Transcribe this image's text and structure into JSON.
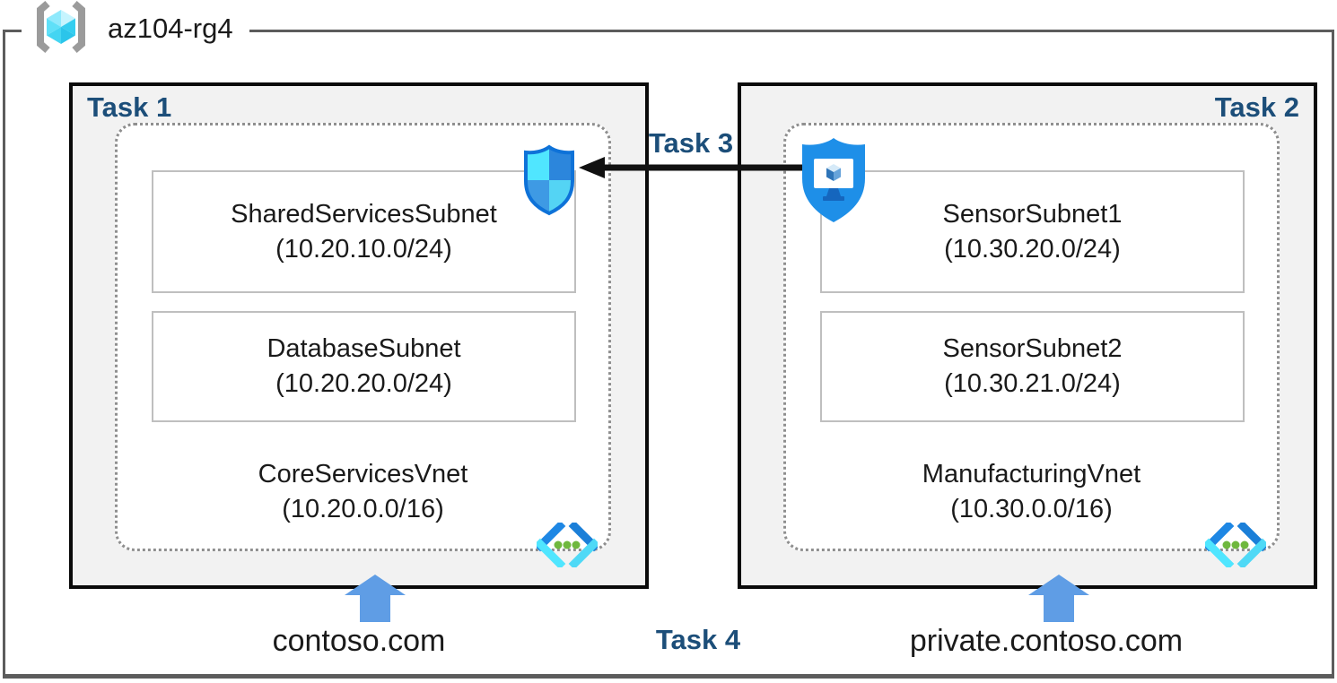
{
  "title": {
    "resource_group": "az104-rg4"
  },
  "colors": {
    "task_label": "#1C4E79",
    "group_bg": "#F2F2F2",
    "group_border": "#0A0A0A",
    "frame_border": "#5C5C5C",
    "dashed_border": "#8F8F8F",
    "subnet_border": "#BFBFBF",
    "arrow_blue": "#5F9DE5",
    "text": "#1A1A1A"
  },
  "icons": {
    "resource_group": "resource-group-icon",
    "nsg": "network-security-group-icon",
    "bastion": "bastion-icon",
    "vnet": "virtual-network-icon",
    "dns_arrow": "up-arrow-icon"
  },
  "groups": [
    {
      "task_label": "Task 1",
      "vnet_name": "CoreServicesVnet",
      "vnet_cidr": "(10.20.0.0/16)",
      "subnets": [
        {
          "name": "SharedServicesSubnet",
          "cidr": "(10.20.10.0/24)"
        },
        {
          "name": "DatabaseSubnet",
          "cidr": "(10.20.20.0/24)"
        }
      ],
      "dns_zone": "contoso.com"
    },
    {
      "task_label": "Task 2",
      "vnet_name": "ManufacturingVnet",
      "vnet_cidr": "(10.30.0.0/16)",
      "subnets": [
        {
          "name": "SensorSubnet1",
          "cidr": "(10.30.20.0/24)"
        },
        {
          "name": "SensorSubnet2",
          "cidr": "(10.30.21.0/24)"
        }
      ],
      "dns_zone": "private.contoso.com"
    }
  ],
  "annotations": {
    "task3": "Task 3",
    "task4": "Task 4"
  }
}
